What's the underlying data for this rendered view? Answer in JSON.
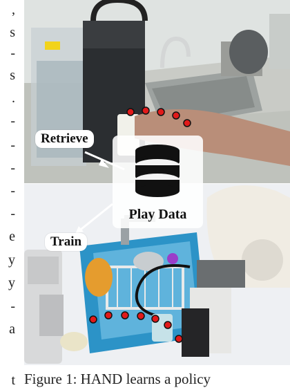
{
  "left_column_chars": [
    ",",
    "s",
    "-",
    "s",
    ".",
    "-",
    "-",
    "-",
    "-",
    "-",
    "e",
    "y",
    "y",
    "-",
    "a",
    "t"
  ],
  "figure": {
    "labels": {
      "retrieve": "Retrieve",
      "play_data": "Play Data",
      "train": "Train"
    },
    "icons": {
      "database": "database-icon"
    },
    "colors": {
      "dots": "#e11a1a",
      "dot_outline": "#111111",
      "arrow": "#ffffff"
    }
  },
  "caption": {
    "text": "Figure 1: HAND learns a policy"
  }
}
